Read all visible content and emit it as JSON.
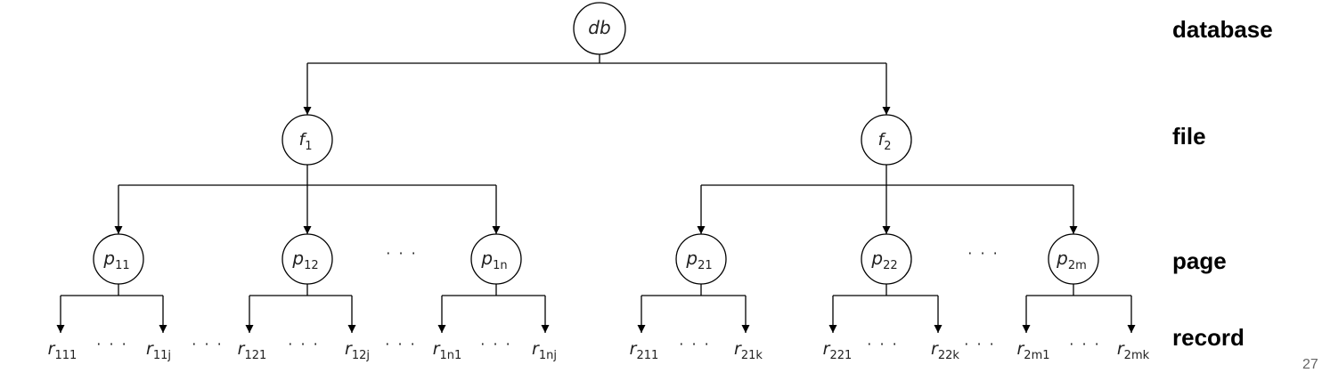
{
  "tree": {
    "root": {
      "base": "db",
      "sub": ""
    },
    "files": [
      {
        "base": "f",
        "sub": "1"
      },
      {
        "base": "f",
        "sub": "2"
      }
    ],
    "pages": [
      {
        "base": "p",
        "sub": "11"
      },
      {
        "base": "p",
        "sub": "12"
      },
      {
        "base": "p",
        "sub": "1n"
      },
      {
        "base": "p",
        "sub": "21"
      },
      {
        "base": "p",
        "sub": "22"
      },
      {
        "base": "p",
        "sub": "2m"
      }
    ],
    "page_gap_ellipsis": "· · ·",
    "records": [
      {
        "base": "r",
        "sub": "111"
      },
      {
        "base": "r",
        "sub": "11j"
      },
      {
        "base": "r",
        "sub": "121"
      },
      {
        "base": "r",
        "sub": "12j"
      },
      {
        "base": "r",
        "sub": "1n1"
      },
      {
        "base": "r",
        "sub": "1nj"
      },
      {
        "base": "r",
        "sub": "211"
      },
      {
        "base": "r",
        "sub": "21k"
      },
      {
        "base": "r",
        "sub": "221"
      },
      {
        "base": "r",
        "sub": "22k"
      },
      {
        "base": "r",
        "sub": "2m1"
      },
      {
        "base": "r",
        "sub": "2mk"
      }
    ],
    "record_ellipsis": "· · ·"
  },
  "levels": {
    "database": "database",
    "file": "file",
    "page": "page",
    "record": "record"
  },
  "page_number": "27"
}
